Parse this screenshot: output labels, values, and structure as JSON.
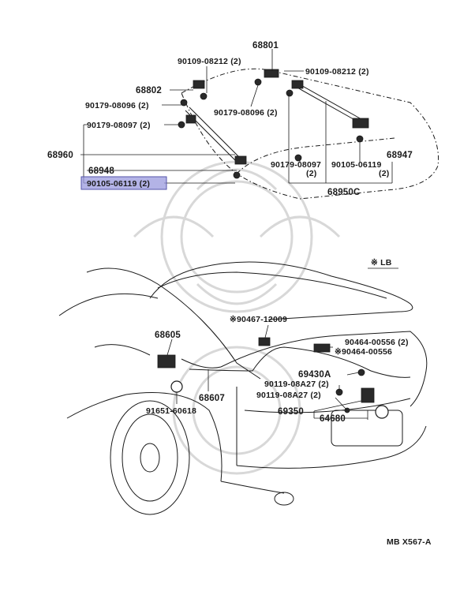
{
  "highlight_color": "#9999dd",
  "labels": {
    "p68801": "68801",
    "p90109_a": "90109-08212 (2)",
    "p90109_b": "90109-08212 (2)",
    "p68802": "68802",
    "p90179_08096_a": "90179-08096 (2)",
    "p90179_08096_b": "90179-08096 (2)",
    "p90179_08097_a": "90179-08097 (2)",
    "p90179_08097_b": "90179-08097",
    "p90179_08097_b2": "(2)",
    "p68960": "68960",
    "p68948": "68948",
    "p90105_highlight": "90105-06119 (2)",
    "p90105_b": "90105-06119",
    "p90105_b2": "(2)",
    "p68947": "68947",
    "p68950C": "68950C",
    "lb_note": "※ LB",
    "p90467": "※90467-12009",
    "p68605": "68605",
    "p90464_a": "90464-00556 (2)",
    "p90464_b": "※90464-00556",
    "p69430A": "69430A",
    "p90119_a": "90119-08A27 (2)",
    "p90119_b": "90119-08A27 (2)",
    "p68607": "68607",
    "p91651": "91651-60618",
    "p69350": "69350",
    "p64680": "64680",
    "ref_code": "MB X567-A"
  }
}
